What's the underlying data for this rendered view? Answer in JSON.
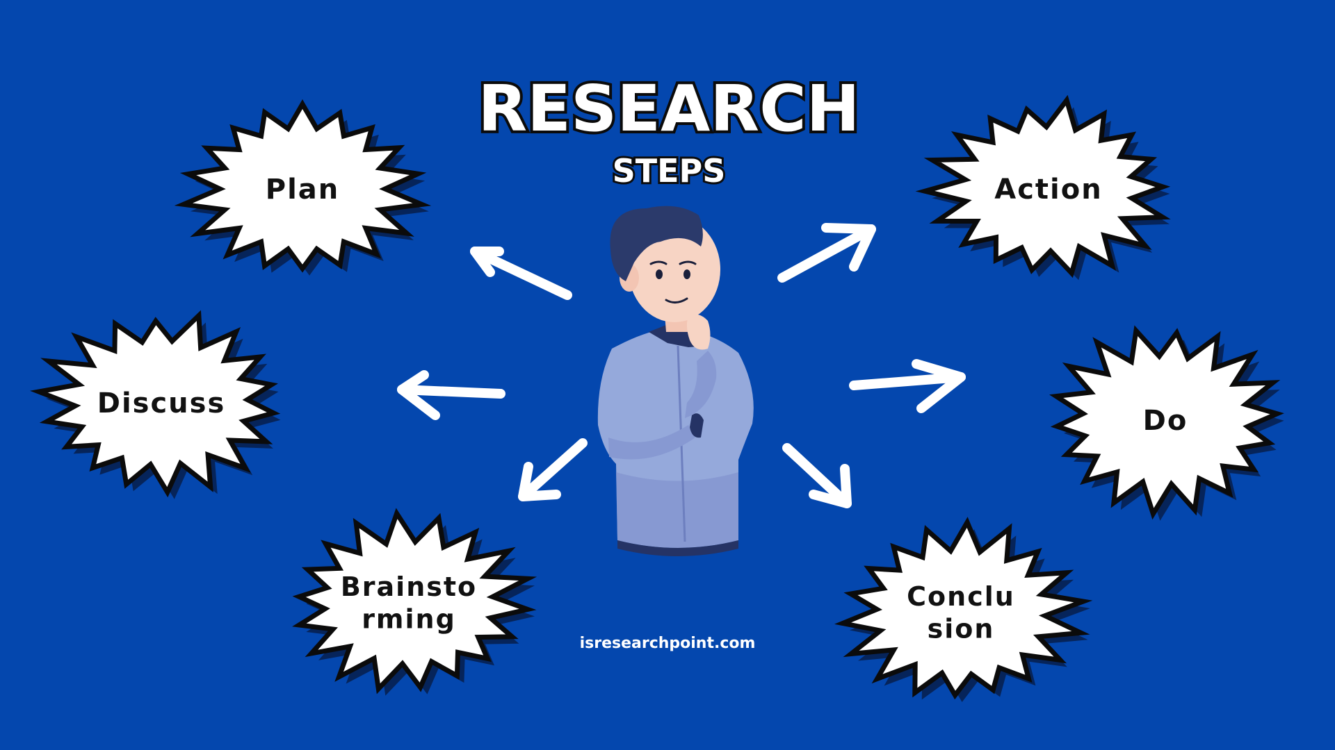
{
  "title": "RESEARCH",
  "subtitle": "STEPS",
  "footer": "isresearchpoint.com",
  "steps": {
    "plan": {
      "lines": [
        "Plan"
      ]
    },
    "action": {
      "lines": [
        "Action"
      ]
    },
    "discuss": {
      "lines": [
        "Discuss"
      ]
    },
    "do": {
      "lines": [
        "Do"
      ]
    },
    "brainstorming": {
      "lines": [
        "Brainsto",
        "rming"
      ]
    },
    "conclusion": {
      "lines": [
        "Conclu",
        "sion"
      ]
    }
  },
  "colors": {
    "background": "#0447ae",
    "burst_fill": "#ffffff",
    "burst_outline": "#0b0b0b",
    "burst_shadow": "#06245a",
    "arrow": "#ffffff",
    "shirt": "#8fa3d8",
    "hair": "#2b3a6b",
    "skin": "#f7d4c4"
  }
}
